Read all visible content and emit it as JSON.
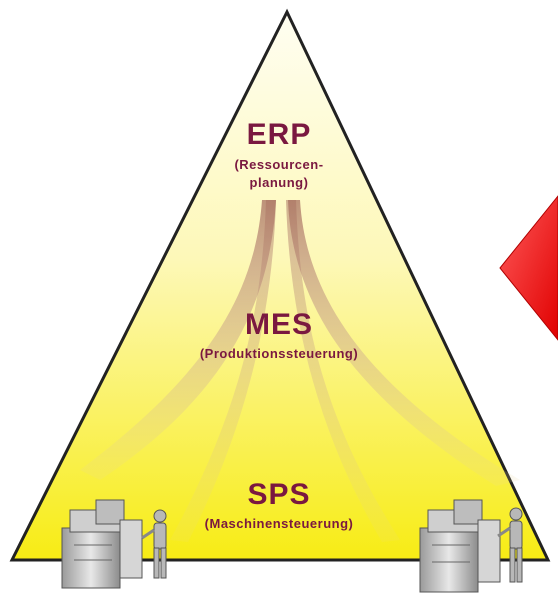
{
  "levels": {
    "top": {
      "title": "ERP",
      "subtitle_line1": "(Ressourcen-",
      "subtitle_line2": "planung)"
    },
    "middle": {
      "title": "MES",
      "subtitle": "(Produktionssteuerung)"
    },
    "bottom": {
      "title": "SPS",
      "subtitle": "(Maschinensteuerung)"
    }
  },
  "colors": {
    "label": "#7a1840",
    "pyramid_top": "#fffde0",
    "pyramid_bottom": "#f7ee1c",
    "arrow": "#ff1a1a",
    "flow": "#b88a78"
  },
  "icons": [
    "machine-left-icon",
    "worker-left-icon",
    "machine-right-icon",
    "worker-right-icon",
    "left-arrow-icon"
  ]
}
